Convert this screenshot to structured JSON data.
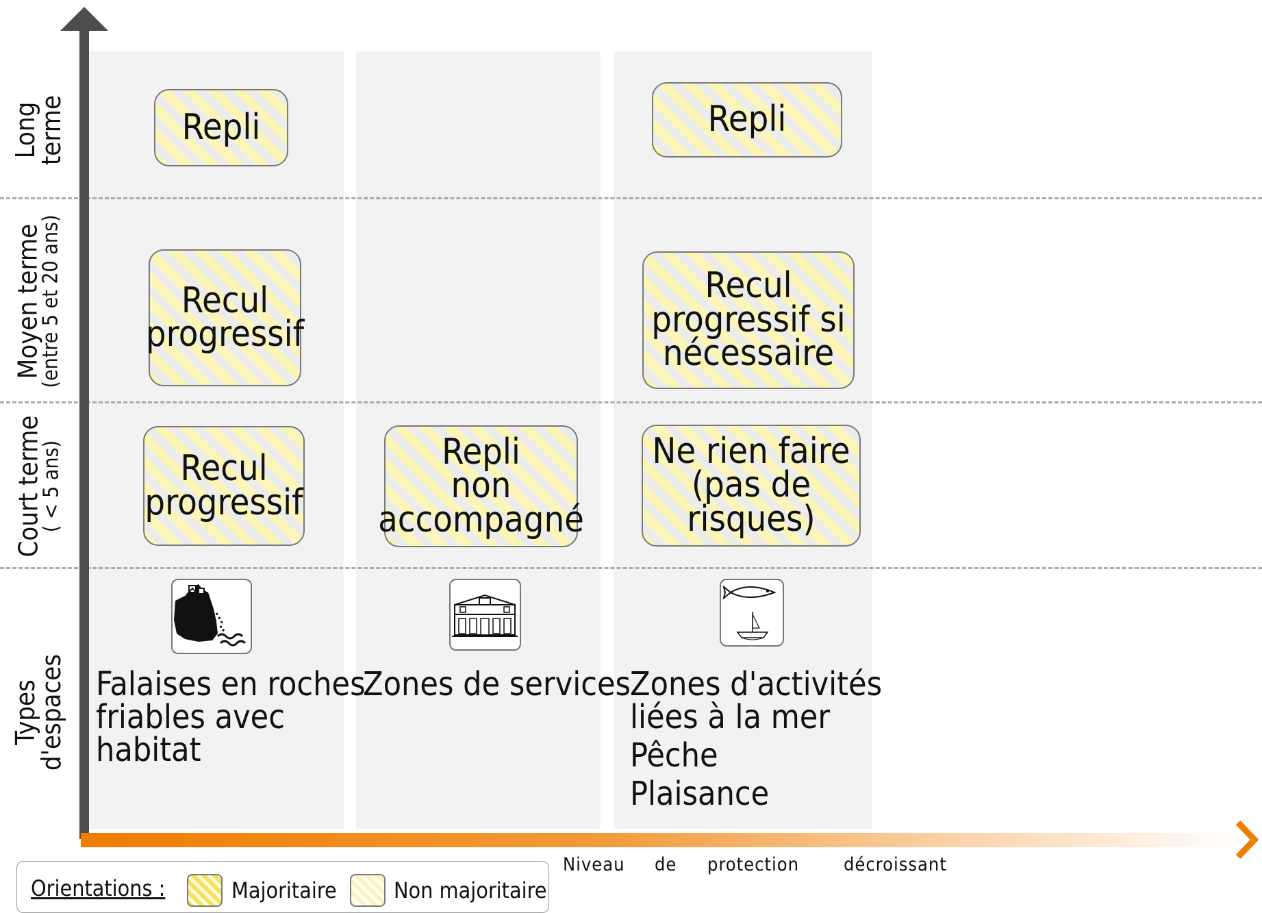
{
  "row_labels": {
    "long": {
      "line1": "Long",
      "line2": "terme"
    },
    "moyen": {
      "line1": "Moyen  terme",
      "line2": "(entre 5 et 20 ans)"
    },
    "court": {
      "line1": "Court  terme",
      "line2": "( < 5 ans)"
    },
    "types": {
      "line1": "Types",
      "line2": "d'espaces"
    }
  },
  "columns": [
    {
      "title_lines": [
        "Falaises en roches",
        "friables avec",
        "habitat"
      ],
      "icon": "cliff-house-icon",
      "long_terme": [
        "Repli"
      ],
      "moyen_terme": [
        "Recul",
        "progressif"
      ],
      "court_terme": [
        "Recul",
        "progressif"
      ]
    },
    {
      "title_lines": [
        "Zones de services"
      ],
      "icon": "post-office-building-icon",
      "court_terme": [
        "Repli",
        "non",
        "accompagné"
      ]
    },
    {
      "title_lines": [
        "Zones d'activités",
        "liées à la mer",
        "Pêche",
        "Plaisance"
      ],
      "icon": "fish-boat-icon",
      "long_terme": [
        "Repli"
      ],
      "moyen_terme": [
        "Recul",
        "progressif si",
        "nécessaire"
      ],
      "court_terme": [
        "Ne rien faire",
        "(pas de risques)"
      ]
    }
  ],
  "x_axis": {
    "words": [
      "Niveau",
      "de",
      "protection",
      "décroissant"
    ],
    "gradient_colors": [
      "#ef7d00",
      "#ffffff"
    ],
    "arrow_color": "#ef7d00"
  },
  "y_axis": {
    "color": "#4d4d4d"
  },
  "legend": {
    "title": "Orientations :",
    "items": [
      {
        "label": "Majoritaire",
        "swatch": "dense-yellow-stripes"
      },
      {
        "label": "Non majoritaire",
        "swatch": "light-yellow-stripes"
      }
    ]
  },
  "colors": {
    "stripe_yellow": "#fbf6b8",
    "stripe_grey": "#ececec",
    "column_bg": "#f2f2f2",
    "dash": "#ababab"
  }
}
